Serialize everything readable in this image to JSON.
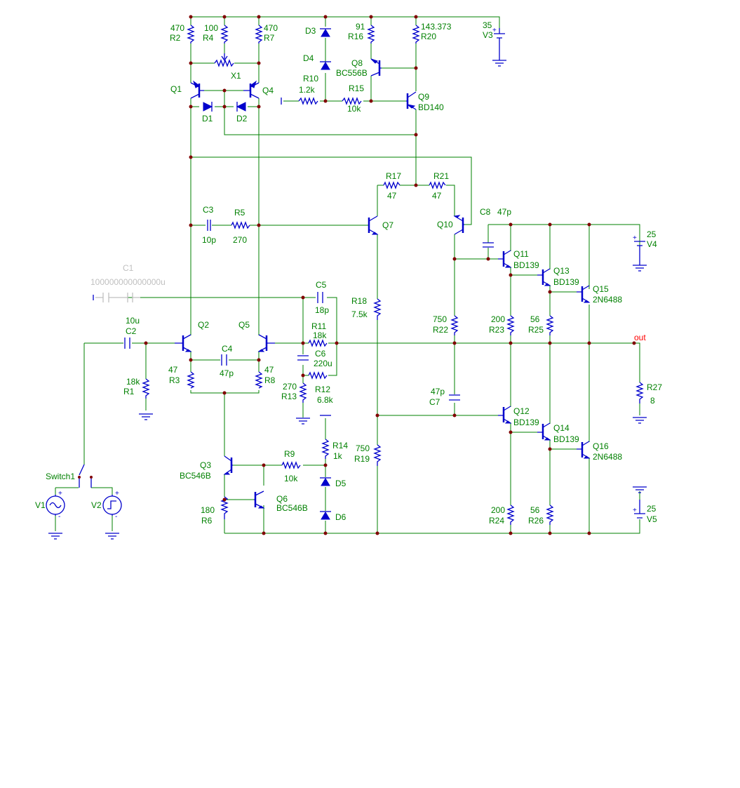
{
  "components": {
    "R2": {
      "ref": "R2",
      "value": "470"
    },
    "R4": {
      "ref": "R4",
      "value": "100"
    },
    "R7": {
      "ref": "R7",
      "value": "470"
    },
    "X1": {
      "ref": "X1"
    },
    "D3": {
      "ref": "D3"
    },
    "D4": {
      "ref": "D4"
    },
    "R16": {
      "ref": "R16",
      "value": "91"
    },
    "R20": {
      "ref": "R20",
      "value": "143.373"
    },
    "V3": {
      "ref": "V3",
      "value": "35"
    },
    "Q8": {
      "ref": "Q8",
      "model": "BC556B"
    },
    "R10": {
      "ref": "R10",
      "value": "1.2k"
    },
    "R15": {
      "ref": "R15",
      "value": "10k"
    },
    "Q9": {
      "ref": "Q9",
      "model": "BD140"
    },
    "Q1": {
      "ref": "Q1"
    },
    "Q4": {
      "ref": "Q4"
    },
    "D1": {
      "ref": "D1"
    },
    "D2": {
      "ref": "D2"
    },
    "R17": {
      "ref": "R17",
      "value": "47"
    },
    "R21": {
      "ref": "R21",
      "value": "47"
    },
    "C3": {
      "ref": "C3",
      "value": "10p"
    },
    "R5": {
      "ref": "R5",
      "value": "270"
    },
    "Q7": {
      "ref": "Q7"
    },
    "Q10": {
      "ref": "Q10"
    },
    "C8": {
      "ref": "C8",
      "value": "47p"
    },
    "V4": {
      "ref": "V4",
      "value": "25"
    },
    "Q11": {
      "ref": "Q11",
      "model": "BD139"
    },
    "Q13": {
      "ref": "Q13",
      "model": "BD139"
    },
    "Q15": {
      "ref": "Q15",
      "model": "2N6488"
    },
    "C1": {
      "ref": "C1",
      "value": "100000000000000u"
    },
    "C5": {
      "ref": "C5",
      "value": "18p"
    },
    "R18": {
      "ref": "R18",
      "value": "7.5k"
    },
    "C2": {
      "ref": "C2",
      "value": "10u"
    },
    "Q2": {
      "ref": "Q2"
    },
    "Q5": {
      "ref": "Q5"
    },
    "R11": {
      "ref": "R11",
      "value": "18k"
    },
    "R22": {
      "ref": "R22",
      "value": "750"
    },
    "R23": {
      "ref": "R23",
      "value": "200"
    },
    "R25": {
      "ref": "R25",
      "value": "56"
    },
    "C4": {
      "ref": "C4",
      "value": "47p"
    },
    "C6": {
      "ref": "C6",
      "value": "220u"
    },
    "R3": {
      "ref": "R3",
      "value": "47"
    },
    "R8": {
      "ref": "R8",
      "value": "47"
    },
    "R1": {
      "ref": "R1",
      "value": "18k"
    },
    "R12": {
      "ref": "R12",
      "value": "6.8k"
    },
    "R13": {
      "ref": "R13",
      "value": "270"
    },
    "R27": {
      "ref": "R27",
      "value": "8"
    },
    "C7": {
      "ref": "C7",
      "value": "47p"
    },
    "Q12": {
      "ref": "Q12",
      "model": "BD139"
    },
    "Q14": {
      "ref": "Q14",
      "model": "BD139"
    },
    "Q16": {
      "ref": "Q16",
      "model": "2N6488"
    },
    "R14": {
      "ref": "R14",
      "value": "1k"
    },
    "R19": {
      "ref": "R19",
      "value": "750"
    },
    "R9": {
      "ref": "R9",
      "value": "10k"
    },
    "Q3": {
      "ref": "Q3",
      "model": "BC546B"
    },
    "Q6": {
      "ref": "Q6",
      "model": "BC546B"
    },
    "D5": {
      "ref": "D5"
    },
    "D6": {
      "ref": "D6"
    },
    "Switch1": {
      "ref": "Switch1"
    },
    "V1": {
      "ref": "V1"
    },
    "V2": {
      "ref": "V2"
    },
    "R6": {
      "ref": "R6",
      "value": "180"
    },
    "R24": {
      "ref": "R24",
      "value": "200"
    },
    "R26": {
      "ref": "R26",
      "value": "56"
    },
    "V5": {
      "ref": "V5",
      "value": "25"
    }
  },
  "net_labels": {
    "out": "out"
  },
  "colors": {
    "wire": "#008000",
    "component": "#0000cc",
    "junction": "#800000",
    "disabled": "#c0c0c0",
    "net_label": "#ff0000"
  }
}
